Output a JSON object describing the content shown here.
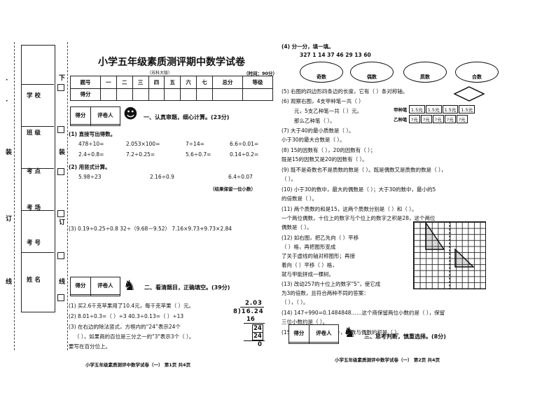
{
  "side": {
    "labels": [
      "学 校",
      "班 级",
      "考 点",
      "考 场",
      "考 号",
      "姓 名"
    ],
    "margin_chars": [
      "·",
      "·",
      "装",
      "订",
      "线"
    ],
    "margin_chars_right": [
      "下",
      "装",
      "订",
      "线"
    ]
  },
  "left": {
    "title": "小学五年级素质测评期中数学试卷",
    "subtitle": "（苏科大版）",
    "time": "（时间：90分）",
    "score_table": {
      "row1": [
        "题号",
        "一",
        "二",
        "三",
        "四",
        "五",
        "六",
        "七",
        "总分",
        "等级"
      ],
      "row2": [
        "得分",
        "",
        "",
        "",
        "",
        "",
        "",
        "",
        "",
        ""
      ]
    },
    "grader_box": [
      "得分",
      "评卷人"
    ],
    "section1_title": "一、认真审题，细心计算。(23分)",
    "q1_title": "(1) 直接写出得数。",
    "q1_row1": [
      "478÷10=",
      "2.053×100=",
      "7÷14=",
      "6.6÷0.01="
    ],
    "q1_row2": [
      "2.4÷0.8=",
      "7.2÷0.25=",
      "5.6÷0.7=",
      "0.14÷0.2="
    ],
    "q2_title": "(2) 用竖式计算。",
    "q2_items": [
      "5.98÷23",
      "2.16÷0.9",
      "6.4÷0.07"
    ],
    "q2_note": "（结果保留一位小数）",
    "q3": "(3) 0.19÷0.25÷0.8    32÷（9.68－9.52）  7.16×9.73+9.73×2.84",
    "section2_title": "二、看清题目，正确填空。(39分)",
    "fill1": "(1) 买2.6千克苹果用了10.4元，每千克苹果（    ）元。",
    "fill2": "(2) 8.01÷0.3=（   ）÷3      40.3÷0.13=（   ）÷13",
    "fill3a": "(3) 在右边的除法竖式，方框内的“24”表示24个",
    "fill3b": "（     ），如果商的百位是三分之一的\"3\"表示3个（     ）。",
    "fill3c": "要写在百分位上。",
    "division": [
      "2.03",
      "8)16.24",
      "16",
      "24",
      "24",
      "0"
    ],
    "footer": "小学五年级素质测评中数学试卷（一）    第1页  共4页"
  },
  "right": {
    "q4_title": "(4) 分一分，填一填。",
    "q4_numbers": "327   1   14   37   46   29   13   60",
    "q4_groups": [
      "奇数",
      "偶数",
      "质数",
      "合数"
    ],
    "q5": "(5) 右图的四边形四条边的长度，它有（    ）条对称轴。",
    "q6a": "(6) 观察右图，4支甲种笔一共（    ）",
    "q6b": "元，5支乙种笔一共（    ）元。",
    "q6c": "那么乙种笔（    ）。",
    "q6_prices_jia": [
      "甲种笔",
      "1.5元",
      "1.5元",
      "1.5元",
      "1.5元"
    ],
    "q6_prices_yi": [
      "乙种笔",
      "?元",
      "?元",
      "?元",
      "?元",
      "?元"
    ],
    "q7a": "(7) 大于40的最小质数是（    ）。",
    "q7b": "    小于30的最大合数是（    ）。",
    "q8a": "(8) 15的因数有（                     ），20的因数有（              ）；",
    "q8b": "    既是15的因数又是20的因数有（         ）。",
    "q9a": "(9) 既不是奇数也不是质数的数是（    ）。既是偶数又是质数的数是（    ），",
    "q9b": "    （    ）。",
    "q10a": "(10) 小于30的数中，最大的偶数是（    ）；大于30的数中，最小的5",
    "q10b": "     的倍数是（    ）。",
    "q11a": "(11) 两个质数的和是15，这两个质数分别是（    ）和（    ）。",
    "q11b": "     一个两位偶数，十位上的数字与个位上的数字之积是28，这个两位",
    "q11c": "     偶数是（    ）。",
    "q12a": "(12) 如右图，把乙先向（    ）平移",
    "q12b": "     （    ）格，再把图形变成",
    "q12c": "     了关于虚线的轴对称图形；再接",
    "q12d": "     着向（    ）平移（    ）格，",
    "q12e": "     就与甲能拼成一棵树。",
    "q13a": "(13) 改动257的十位上的数字\"5\"，使它成",
    "q13b": "     为3的倍数，且符合两种不同的答案：",
    "q13c": "     （    ），（    ）。",
    "q14a": "(14) 147÷990=0.1484848……这个商保留两位小数约是（    ），保留",
    "q14b": "     三位小数约是（    ）。",
    "q15": "(15) 两个质数的和是（    ），奇数与偶数的积是（    ）。",
    "grader_box": [
      "得分",
      "评卷人"
    ],
    "section3_title": "三、思考判断，慎重选择。(8分)",
    "footer": "小学五年级素质测评中数学试卷（一）    第2页  共4页"
  }
}
